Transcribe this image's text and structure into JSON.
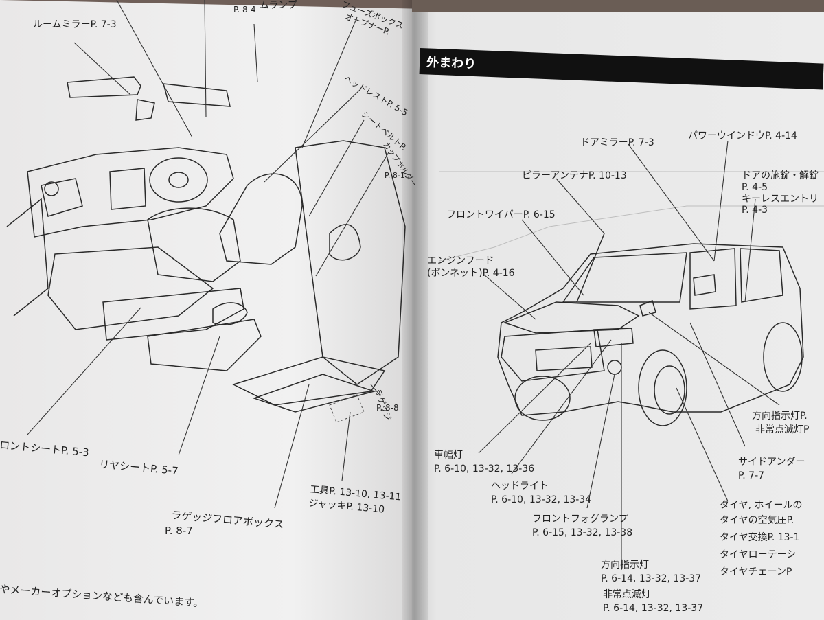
{
  "left_page": {
    "labels": [
      {
        "id": "room-mirror",
        "text": "ルームミラーP. 7-3"
      },
      {
        "id": "room-lamp",
        "text": "ムランプ"
      },
      {
        "id": "room-lamp-page",
        "text": "P. 8-4"
      },
      {
        "id": "fuse-box",
        "text": "フューズボックス"
      },
      {
        "id": "open-lever",
        "text": "オープナーP."
      },
      {
        "id": "headrest",
        "text": "ヘッドレストP. 5-5"
      },
      {
        "id": "seatbelt",
        "text": "シートベルトP."
      },
      {
        "id": "cup-holder",
        "text": "カップホルダー"
      },
      {
        "id": "cup-holder-page",
        "text": "P. 8-1"
      },
      {
        "id": "front-seat",
        "text": "ロントシートP. 5-3"
      },
      {
        "id": "rear-seat",
        "text": "リヤシートP. 5-7"
      },
      {
        "id": "luggage-floor",
        "text": "ラゲッジフロアボックス"
      },
      {
        "id": "luggage-floor-page",
        "text": "P. 8-7"
      },
      {
        "id": "tools",
        "text": "工具P. 13-10, 13-11"
      },
      {
        "id": "jack",
        "text": "ジャッキP. 13-10"
      },
      {
        "id": "luggage-hook",
        "text": "ラゲッジ"
      },
      {
        "id": "luggage-hook-page",
        "text": "P. 8-8"
      },
      {
        "id": "footer-note",
        "text": "やメーカーオプションなども含んでいます。"
      }
    ]
  },
  "right_page": {
    "section_title": "外まわり",
    "labels": [
      {
        "id": "door-mirror",
        "text": "ドアミラーP. 7-3"
      },
      {
        "id": "power-window",
        "text": "パワーウインドウP. 4-14"
      },
      {
        "id": "door-lock",
        "text": "ドアの施錠・解錠"
      },
      {
        "id": "door-lock-page",
        "text": "P. 4-5"
      },
      {
        "id": "keyless",
        "text": "キーレスエントリ"
      },
      {
        "id": "keyless-page",
        "text": "P. 4-3"
      },
      {
        "id": "pillar-antenna",
        "text": "ピラーアンテナP. 10-13"
      },
      {
        "id": "front-wiper",
        "text": "フロントワイパーP. 6-15"
      },
      {
        "id": "engine-hood",
        "text": "エンジンフード"
      },
      {
        "id": "engine-hood-sub",
        "text": "(ボンネット)P. 4-16"
      },
      {
        "id": "side-lamp",
        "text": "車幅灯"
      },
      {
        "id": "side-lamp-page",
        "text": "P. 6-10, 13-32, 13-36"
      },
      {
        "id": "headlight",
        "text": "ヘッドライト"
      },
      {
        "id": "headlight-page",
        "text": "P. 6-10, 13-32, 13-34"
      },
      {
        "id": "fog-lamp",
        "text": "フロントフォグランプ"
      },
      {
        "id": "fog-lamp-page",
        "text": "P. 6-15, 13-32, 13-38"
      },
      {
        "id": "turn-signal",
        "text": "方向指示灯"
      },
      {
        "id": "turn-signal-page",
        "text": "P. 6-14, 13-32, 13-37"
      },
      {
        "id": "hazard",
        "text": "非常点滅灯"
      },
      {
        "id": "hazard-page",
        "text": "P. 6-14, 13-32, 13-37"
      },
      {
        "id": "turn-signal-side",
        "text": "方向指示灯P."
      },
      {
        "id": "hazard-side",
        "text": "非常点滅灯P"
      },
      {
        "id": "side-under",
        "text": "サイドアンダー"
      },
      {
        "id": "side-under-page",
        "text": "P. 7-7"
      },
      {
        "id": "tire-wheel",
        "text": "タイヤ, ホイールの"
      },
      {
        "id": "tire-pressure",
        "text": "タイヤの空気圧P."
      },
      {
        "id": "tire-change",
        "text": "タイヤ交換P. 13-1"
      },
      {
        "id": "tire-rotation",
        "text": "タイヤローテーシ"
      },
      {
        "id": "tire-chain",
        "text": "タイヤチェーンP"
      }
    ]
  }
}
